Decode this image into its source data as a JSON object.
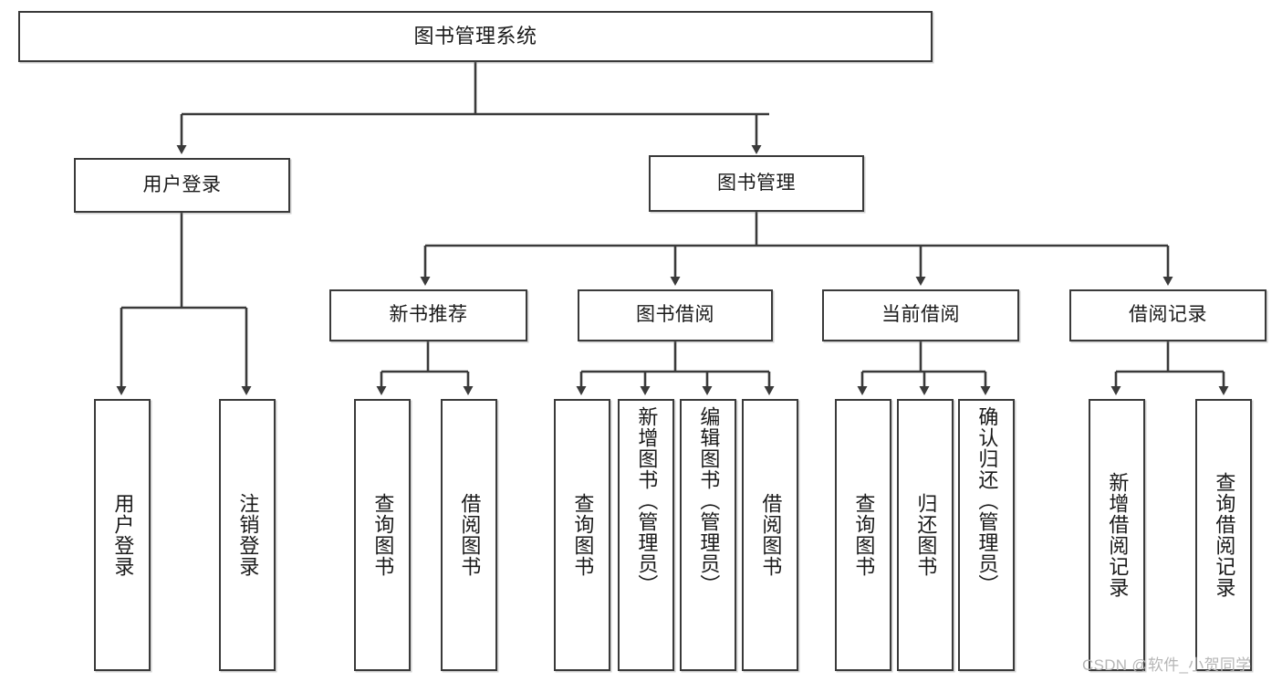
{
  "diagram": {
    "title": "图书管理系统",
    "type": "tree-hierarchy-diagram",
    "root": {
      "label": "图书管理系统"
    },
    "level2": [
      {
        "label": "用户登录"
      },
      {
        "label": "图书管理"
      }
    ],
    "level3": [
      {
        "label": "新书推荐"
      },
      {
        "label": "图书借阅"
      },
      {
        "label": "当前借阅"
      },
      {
        "label": "借阅记录"
      }
    ],
    "leaves": {
      "user_login": [
        {
          "label": "用户登录"
        },
        {
          "label": "注销登录"
        }
      ],
      "new_book_recommend": [
        {
          "label": "查询图书"
        },
        {
          "label": "借阅图书"
        }
      ],
      "book_borrow": [
        {
          "label": "查询图书"
        },
        {
          "label": "新增图书（管理员）"
        },
        {
          "label": "编辑图书（管理员）"
        },
        {
          "label": "借阅图书"
        }
      ],
      "current_borrow": [
        {
          "label": "查询图书"
        },
        {
          "label": "归还图书"
        },
        {
          "label": "确认归还（管理员）"
        }
      ],
      "borrow_record": [
        {
          "label": "新增借阅记录"
        },
        {
          "label": "查询借阅记录"
        }
      ]
    }
  },
  "watermark": {
    "text": "CSDN @软件_小贺同学"
  },
  "colors": {
    "border": "#3a3a3a",
    "background": "#ffffff",
    "text": "#1a1a1a",
    "watermark": "#b6b6b6"
  }
}
